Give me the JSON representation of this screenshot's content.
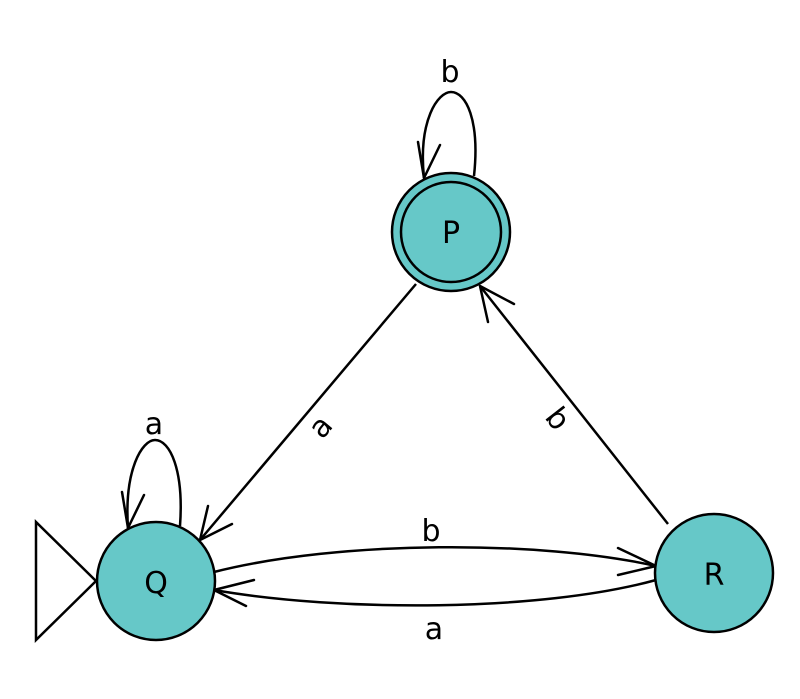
{
  "diagram": {
    "type": "finite-automaton",
    "fill_color": "#66c8c8",
    "stroke_color": "#000000",
    "states": [
      {
        "id": "P",
        "label": "P",
        "accepting": true,
        "initial": false
      },
      {
        "id": "Q",
        "label": "Q",
        "accepting": false,
        "initial": true
      },
      {
        "id": "R",
        "label": "R",
        "accepting": false,
        "initial": false
      }
    ],
    "transitions": [
      {
        "from": "P",
        "to": "P",
        "label": "b"
      },
      {
        "from": "Q",
        "to": "Q",
        "label": "a"
      },
      {
        "from": "P",
        "to": "Q",
        "label": "a"
      },
      {
        "from": "R",
        "to": "P",
        "label": "b"
      },
      {
        "from": "Q",
        "to": "R",
        "label": "b"
      },
      {
        "from": "R",
        "to": "Q",
        "label": "a"
      }
    ]
  }
}
